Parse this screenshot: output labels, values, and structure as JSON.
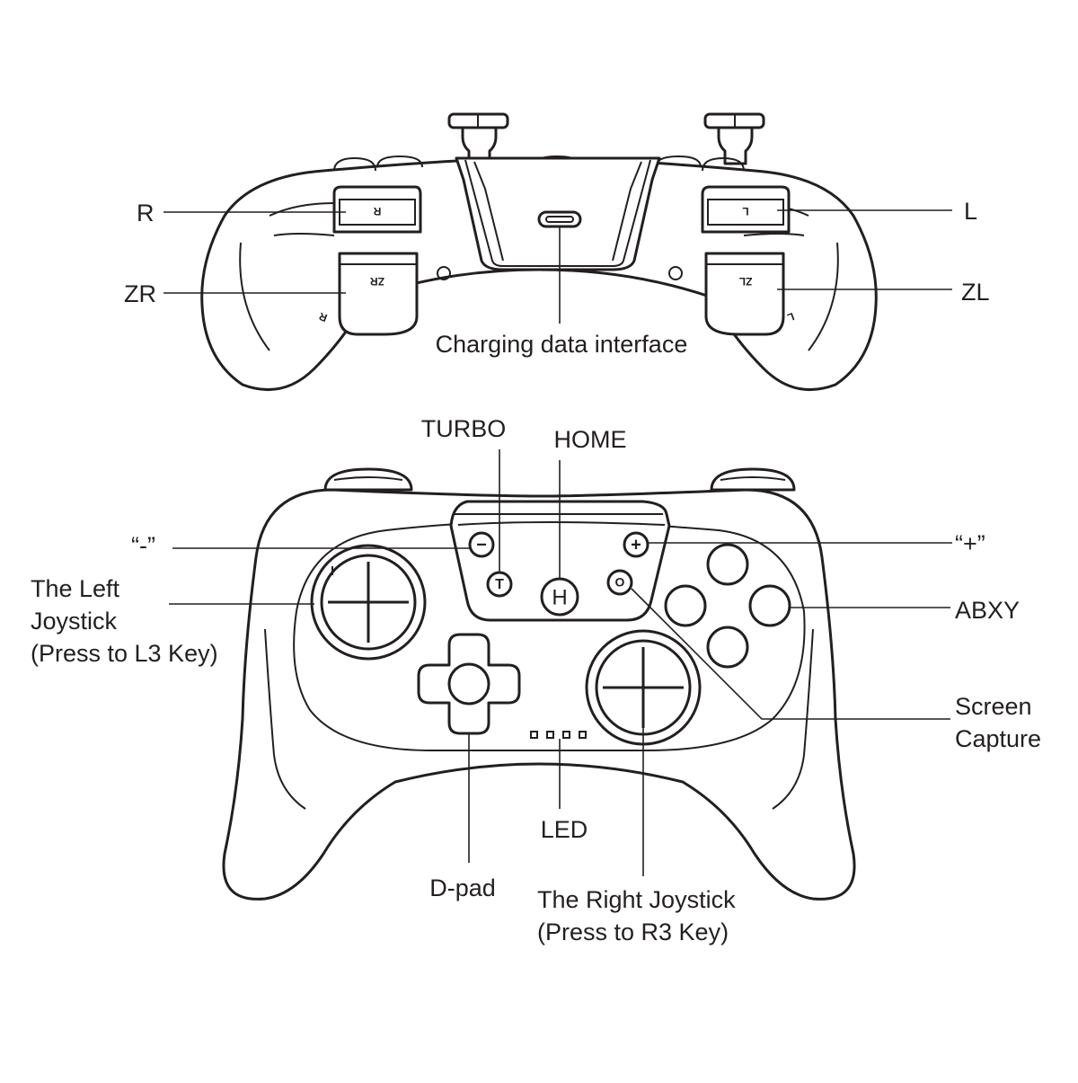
{
  "top_view": {
    "labels": {
      "r": "R",
      "zr": "ZR",
      "l": "L",
      "zl": "ZL",
      "charging": "Charging data interface"
    },
    "button_marks": {
      "r": "R",
      "zr": "ZR",
      "l": "L",
      "zl": "ZL"
    }
  },
  "front_view": {
    "labels": {
      "turbo": "TURBO",
      "home": "HOME",
      "minus": "“-”",
      "plus": "“+”",
      "left_stick_1": "The Left",
      "left_stick_2": "Joystick",
      "left_stick_3": "(Press to L3 Key)",
      "abxy": "ABXY",
      "screen_capture_1": "Screen",
      "screen_capture_2": "Capture",
      "led": "LED",
      "dpad": "D-pad",
      "right_stick_1": "The Right Joystick",
      "right_stick_2": "(Press to R3 Key)"
    },
    "button_marks": {
      "minus": "−",
      "plus": "+",
      "turbo": "T",
      "home": "H",
      "capture": "O"
    }
  }
}
